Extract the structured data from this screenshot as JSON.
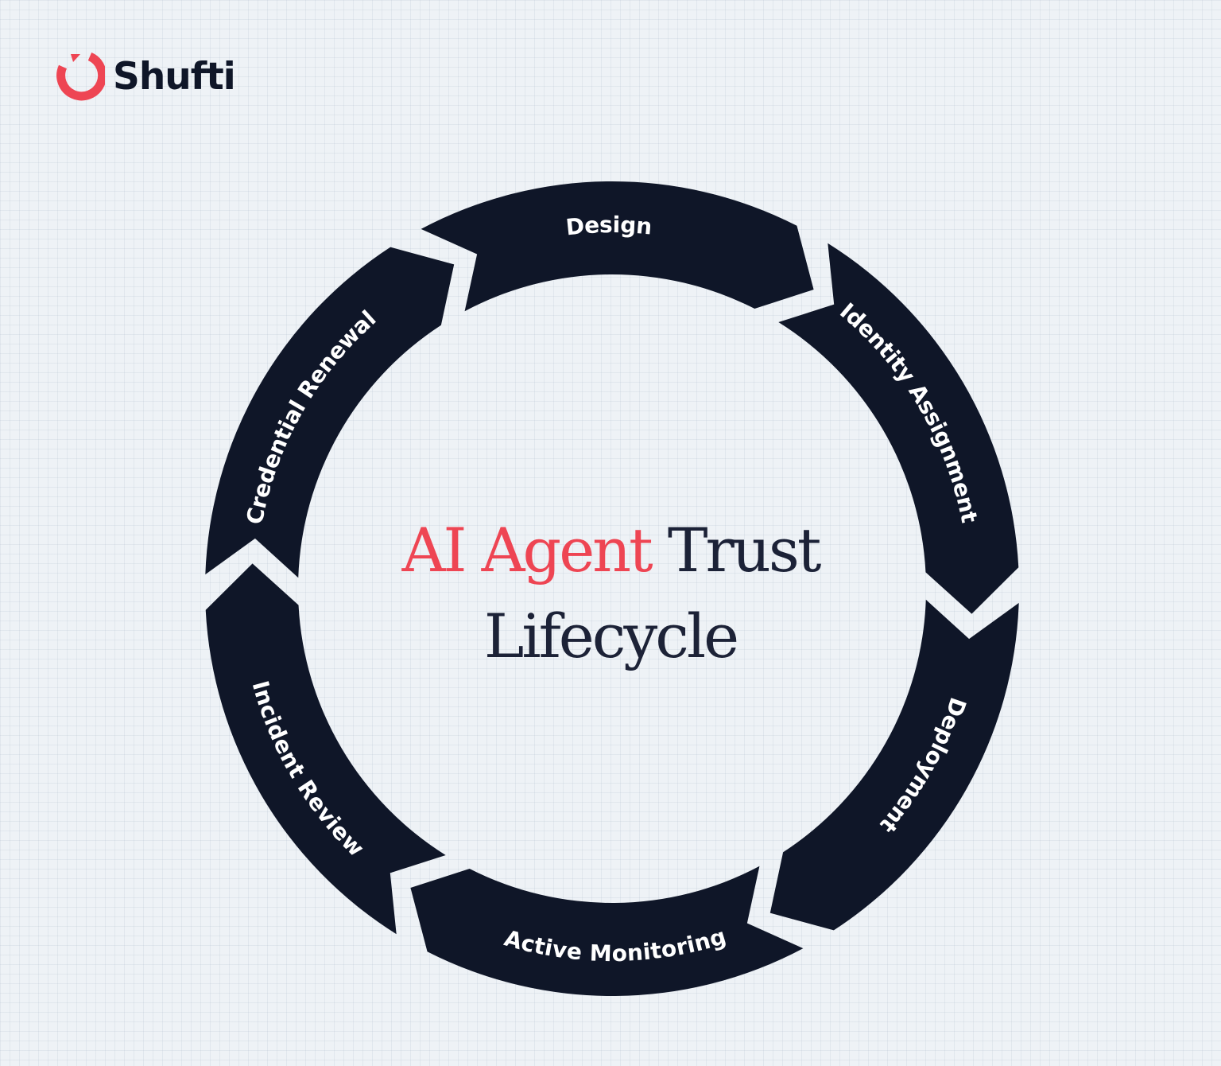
{
  "brand": {
    "name": "Shufti",
    "accent_color": "#ee4553",
    "icon": "shufti-logo-icon"
  },
  "title": {
    "accent_part": "AI Agent",
    "rest_part": "Trust",
    "second_line": "Lifecycle"
  },
  "colors": {
    "background": "#eef2f6",
    "segment_fill": "#0f1628",
    "segment_text": "#ffffff",
    "title_dark": "#1c2237",
    "title_accent": "#ee4553"
  },
  "stages": [
    {
      "label": "Design"
    },
    {
      "label": "Identity Assignment"
    },
    {
      "label": "Deployment"
    },
    {
      "label": "Active Monitoring"
    },
    {
      "label": "Incident Review"
    },
    {
      "label": "Credential Renewal"
    }
  ]
}
